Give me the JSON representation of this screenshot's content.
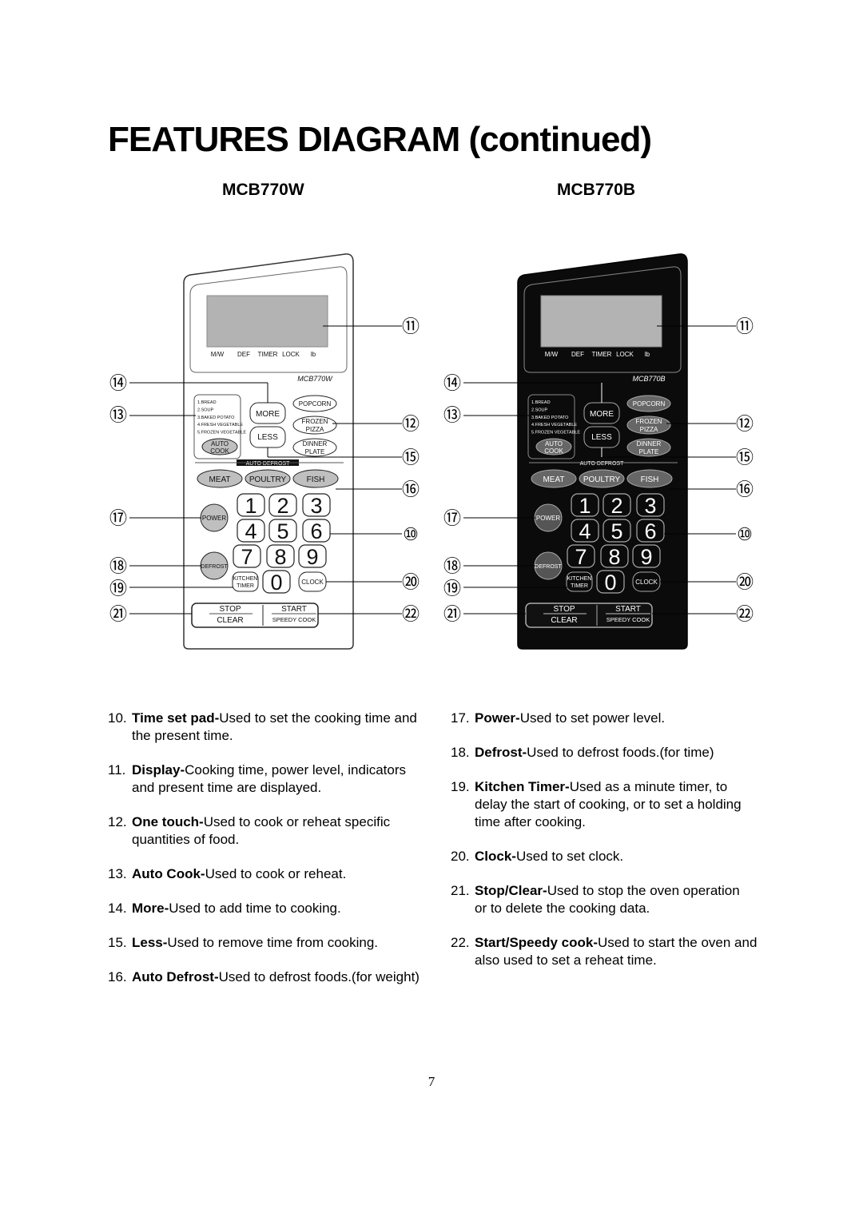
{
  "title": "FEATURES DIAGRAM (continued)",
  "models": [
    {
      "name": "MCB770W",
      "theme": "white",
      "indicators": [
        "M/W",
        "DEF",
        "TIMER",
        "LOCK",
        "lb"
      ],
      "model_label": "MCB770W",
      "auto_cook_list": [
        "1.BREAD",
        "2.SOUP",
        "3.BAKED POTATO",
        "4.FRESH VEGETABLE",
        "5.FROZEN VEGETABLE"
      ],
      "keys": {
        "more": "MORE",
        "less": "LESS",
        "auto": "AUTO",
        "cook": "COOK",
        "popcorn": "POPCORN",
        "frozen": "FROZEN",
        "pizza": "PIZZA",
        "dinner": "DINNER",
        "plate": "PLATE",
        "auto_defrost": "AUTO DEFROST",
        "meat": "MEAT",
        "poultry": "POULTRY",
        "fish": "FISH",
        "power": "POWER",
        "defrost": "DEFROST",
        "kitchen": "KITCHEN",
        "timer": "TIMER",
        "clock": "CLOCK",
        "stop": "STOP",
        "clear": "CLEAR",
        "start": "START",
        "speedy_cook": "SPEEDY COOK",
        "digits": [
          "1",
          "2",
          "3",
          "4",
          "5",
          "6",
          "7",
          "8",
          "9",
          "0"
        ]
      }
    },
    {
      "name": "MCB770B",
      "theme": "black",
      "indicators": [
        "M/W",
        "DEF",
        "TIMER",
        "LOCK",
        "lb"
      ],
      "model_label": "MCB770B",
      "auto_cook_list": [
        "1.BREAD",
        "2.SOUP",
        "3.BAKED POTATO",
        "4.FRESH VEGETABLE",
        "5.FROZEN VEGETABLE"
      ],
      "keys": {
        "more": "MORE",
        "less": "LESS",
        "auto": "AUTO",
        "cook": "COOK",
        "popcorn": "POPCORN",
        "frozen": "FROZEN",
        "pizza": "PIZZA",
        "dinner": "DINNER",
        "plate": "PLATE",
        "auto_defrost": "AUTO DEFROST",
        "meat": "MEAT",
        "poultry": "POULTRY",
        "fish": "FISH",
        "power": "POWER",
        "defrost": "DEFROST",
        "kitchen": "KITCHEN",
        "timer": "TIMER",
        "clock": "CLOCK",
        "stop": "STOP",
        "clear": "CLEAR",
        "start": "START",
        "speedy_cook": "SPEEDY COOK",
        "digits": [
          "1",
          "2",
          "3",
          "4",
          "5",
          "6",
          "7",
          "8",
          "9",
          "0"
        ]
      }
    }
  ],
  "callouts": {
    "n10": "⑩",
    "n11": "⑪",
    "n12": "⑫",
    "n13": "⑬",
    "n14": "⑭",
    "n15": "⑮",
    "n16": "⑯",
    "n17": "⑰",
    "n18": "⑱",
    "n19": "⑲",
    "n20": "⑳",
    "n21": "㉑",
    "n22": "㉒"
  },
  "descriptions_left": [
    {
      "num": "10.",
      "term": "Time set pad-",
      "text": "Used to set the cooking time and the present time."
    },
    {
      "num": "11.",
      "term": "Display-",
      "text": "Cooking time, power level, indicators and present time are displayed."
    },
    {
      "num": "12.",
      "term": "One touch-",
      "text": "Used to cook or reheat specific quantities of food."
    },
    {
      "num": "13.",
      "term": "Auto Cook-",
      "text": "Used to cook or reheat."
    },
    {
      "num": "14.",
      "term": "More-",
      "text": "Used to add time to cooking."
    },
    {
      "num": "15.",
      "term": "Less-",
      "text": "Used to remove time from cooking."
    },
    {
      "num": "16.",
      "term": "Auto Defrost-",
      "text": "Used to defrost foods.(for weight)"
    }
  ],
  "descriptions_right": [
    {
      "num": "17.",
      "term": "Power-",
      "text": "Used to set power level."
    },
    {
      "num": "18.",
      "term": "Defrost-",
      "text": "Used to defrost foods.(for time)"
    },
    {
      "num": "19.",
      "term": "Kitchen Timer-",
      "text": "Used as a minute timer, to delay the start of cooking, or to set a holding time after cooking."
    },
    {
      "num": "20.",
      "term": "Clock-",
      "text": "Used to set clock."
    },
    {
      "num": "21.",
      "term": "Stop/Clear-",
      "text": "Used to stop the oven operation",
      "extra": "or to delete the cooking data."
    },
    {
      "num": "22.",
      "term": "Start/Speedy cook-",
      "text": "Used to start the oven and also used to set a reheat time."
    }
  ],
  "page_number": "7"
}
